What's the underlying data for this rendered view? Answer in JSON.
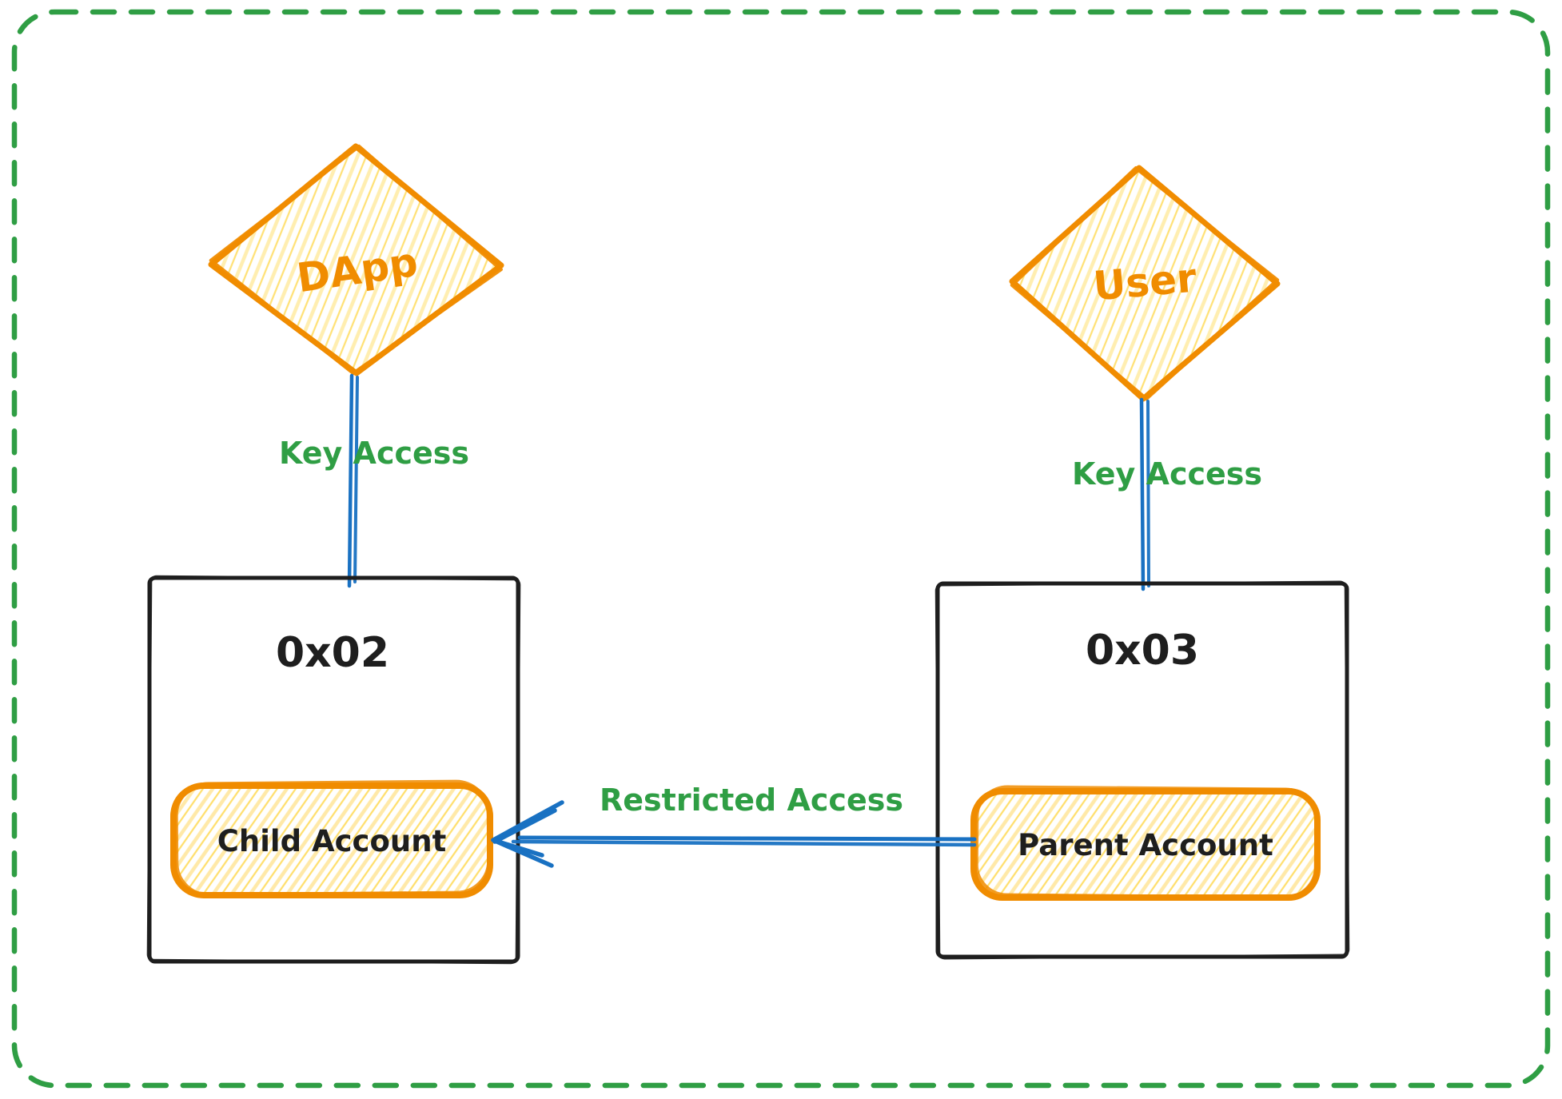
{
  "diagram": {
    "type": "sketch-diagram",
    "background": "#ffffff",
    "frame": {
      "style": "dashed-rounded-rectangle",
      "color": "#2f9e44"
    },
    "colors": {
      "orange_stroke": "#f08c00",
      "hachure_fill_light": "#ffec99",
      "hachure_fill_strong": "#ffd43b",
      "green_text": "#2f9e44",
      "blue_connector": "#1971c2",
      "black_stroke": "#1e1e1e"
    },
    "nodes": {
      "dapp": {
        "label": "DApp",
        "shape": "diamond",
        "stroke": "#f08c00",
        "fill": "#ffec99"
      },
      "user": {
        "label": "User",
        "shape": "diamond",
        "stroke": "#f08c00",
        "fill": "#ffec99"
      },
      "wallet_0x02": {
        "label": "0x02",
        "shape": "rectangle",
        "stroke": "#1e1e1e",
        "fill": "none"
      },
      "wallet_0x03": {
        "label": "0x03",
        "shape": "rectangle",
        "stroke": "#1e1e1e",
        "fill": "none"
      },
      "child_account": {
        "label": "Child Account",
        "shape": "rounded-rectangle",
        "stroke": "#f08c00",
        "fill": "#ffec99",
        "inside": "0x02"
      },
      "parent_account": {
        "label": "Parent Account",
        "shape": "rounded-rectangle",
        "stroke": "#f08c00",
        "fill": "#ffec99",
        "inside": "0x03"
      }
    },
    "edges": {
      "dapp_key_access": {
        "label": "Key Access",
        "from": "DApp",
        "to": "0x02",
        "line_color": "#1971c2",
        "label_color": "#2f9e44"
      },
      "user_key_access": {
        "label": "Key Access",
        "from": "User",
        "to": "0x03",
        "line_color": "#1971c2",
        "label_color": "#2f9e44"
      },
      "restricted_access": {
        "label": "Restricted Access",
        "from": "Parent Account",
        "to": "Child Account",
        "line_color": "#1971c2",
        "label_color": "#2f9e44",
        "arrowhead": "left"
      }
    }
  }
}
